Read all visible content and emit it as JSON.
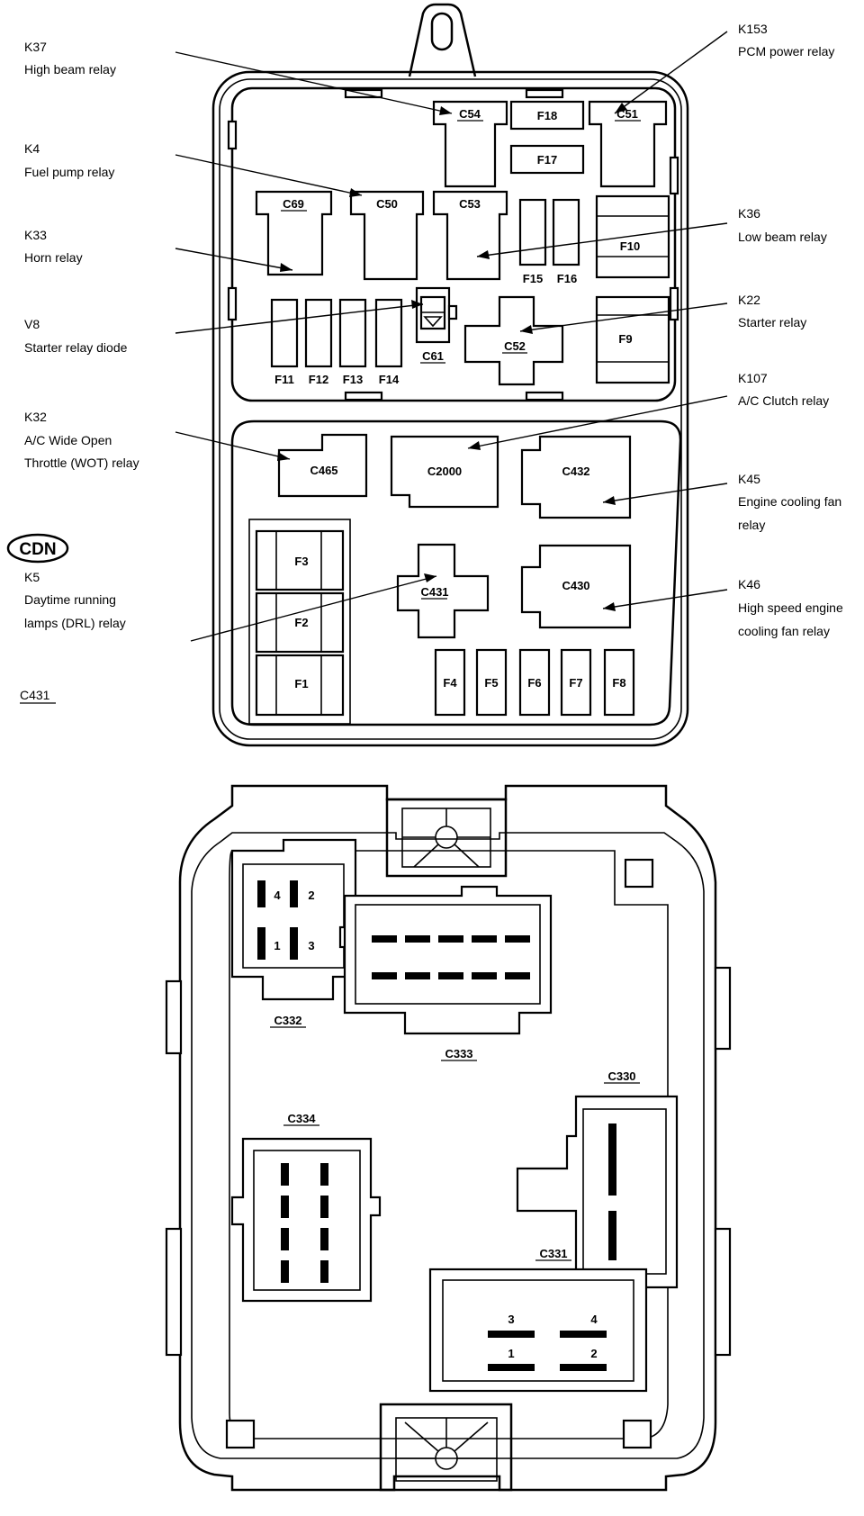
{
  "callouts": [
    {
      "code": "K37",
      "desc": [
        "High beam relay"
      ]
    },
    {
      "code": "K4",
      "desc": [
        "Fuel pump relay"
      ]
    },
    {
      "code": "K33",
      "desc": [
        "Horn relay"
      ]
    },
    {
      "code": "V8",
      "desc": [
        "Starter relay diode"
      ]
    },
    {
      "code": "K32",
      "desc": [
        "A/C Wide Open",
        "Throttle (WOT) relay"
      ]
    },
    {
      "code": "K5",
      "desc": [
        "Daytime running",
        "lamps (DRL) relay"
      ]
    },
    {
      "code": "K153",
      "desc": [
        "PCM power relay"
      ]
    },
    {
      "code": "K36",
      "desc": [
        "Low beam relay"
      ]
    },
    {
      "code": "K22",
      "desc": [
        "Starter relay"
      ]
    },
    {
      "code": "K107",
      "desc": [
        "A/C Clutch relay"
      ]
    },
    {
      "code": "K45",
      "desc": [
        "Engine cooling fan",
        "relay"
      ]
    },
    {
      "code": "K46",
      "desc": [
        "High speed engine",
        "cooling fan relay"
      ]
    }
  ],
  "badge": "CDN",
  "footnote": "C431",
  "top_parts": {
    "C54": "C54",
    "F18": "F18",
    "C51": "C51",
    "F17": "F17",
    "C69": "C69",
    "C50": "C50",
    "C53": "C53",
    "F15": "F15",
    "F16": "F16",
    "F10": "F10",
    "F11": "F11",
    "F12": "F12",
    "F13": "F13",
    "F14": "F14",
    "C61": "C61",
    "C52": "C52",
    "F9": "F9"
  },
  "mid_parts": {
    "C465": "C465",
    "C2000": "C2000",
    "C432": "C432",
    "F3": "F3",
    "F2": "F2",
    "F1": "F1",
    "C431": "C431",
    "C430": "C430",
    "F4": "F4",
    "F5": "F5",
    "F6": "F6",
    "F7": "F7",
    "F8": "F8"
  },
  "bottom_connectors": {
    "C332": "C332",
    "C333": "C333",
    "C330": "C330",
    "C334": "C334",
    "C331": "C331"
  },
  "c332_pins": [
    "4",
    "2",
    "1",
    "3"
  ],
  "c331_pins": [
    "3",
    "4",
    "1",
    "2"
  ]
}
